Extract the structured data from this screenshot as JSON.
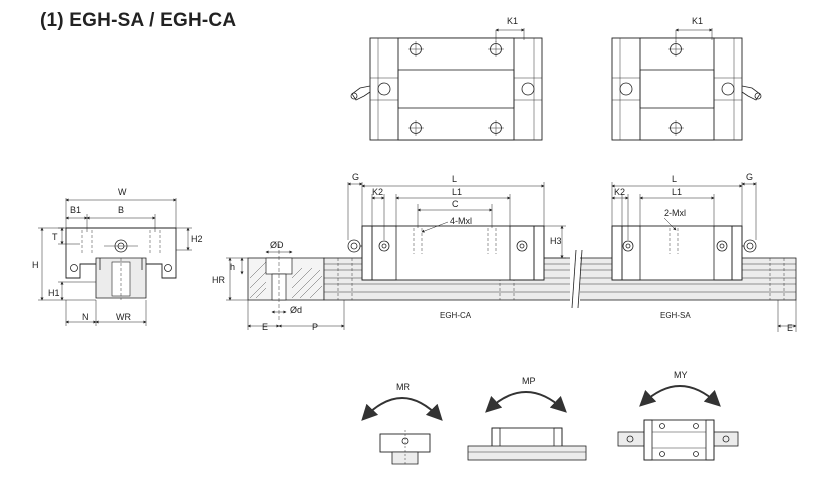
{
  "title": "(1) EGH-SA / EGH-CA",
  "top_views": {
    "left_label": "K1",
    "right_label": "K1"
  },
  "end_view": {
    "labels": {
      "w": "W",
      "b1": "B1",
      "b": "B",
      "t": "T",
      "h": "H",
      "h2": "H2",
      "h1": "H1",
      "n": "N",
      "wr": "WR"
    }
  },
  "rail_section": {
    "labels": {
      "od_big": "ØD",
      "hr": "HR",
      "h": "h",
      "od_small": "Ød",
      "e": "E",
      "p": "P"
    }
  },
  "side_views": {
    "left": {
      "labels": {
        "g": "G",
        "k2": "K2",
        "l": "L",
        "l1": "L1",
        "c": "C",
        "thread": "4-Mxl",
        "h3": "H3"
      },
      "caption": "EGH-CA"
    },
    "right": {
      "labels": {
        "k2": "K2",
        "l": "L",
        "l1": "L1",
        "g": "G",
        "thread": "2-Mxl"
      },
      "caption": "EGH-SA"
    },
    "end_label": "E"
  },
  "moments": [
    {
      "symbol": "MR"
    },
    {
      "symbol": "MP"
    },
    {
      "symbol": "MY"
    }
  ]
}
